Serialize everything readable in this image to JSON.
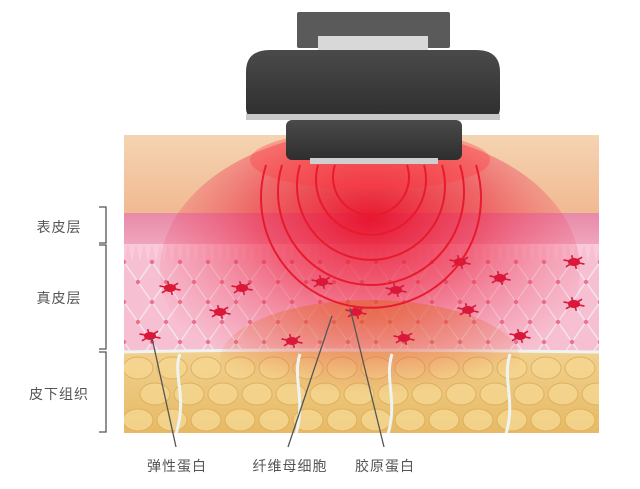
{
  "layers": {
    "epidermis": "表皮层",
    "dermis": "真皮层",
    "subcutaneous": "皮下组织"
  },
  "annotations": {
    "elastin": "弹性蛋白",
    "fibroblast": "纤维母细胞",
    "collagen": "胶原蛋白"
  },
  "colors": {
    "device_dark": "#3b3b3b",
    "device_light": "#cfcfcf",
    "epidermis": "#f3c5a2",
    "dermis": "#f6b4c8",
    "fat": "#e8bf6b",
    "heat": "#e8102a",
    "cell": "#d9183a"
  }
}
